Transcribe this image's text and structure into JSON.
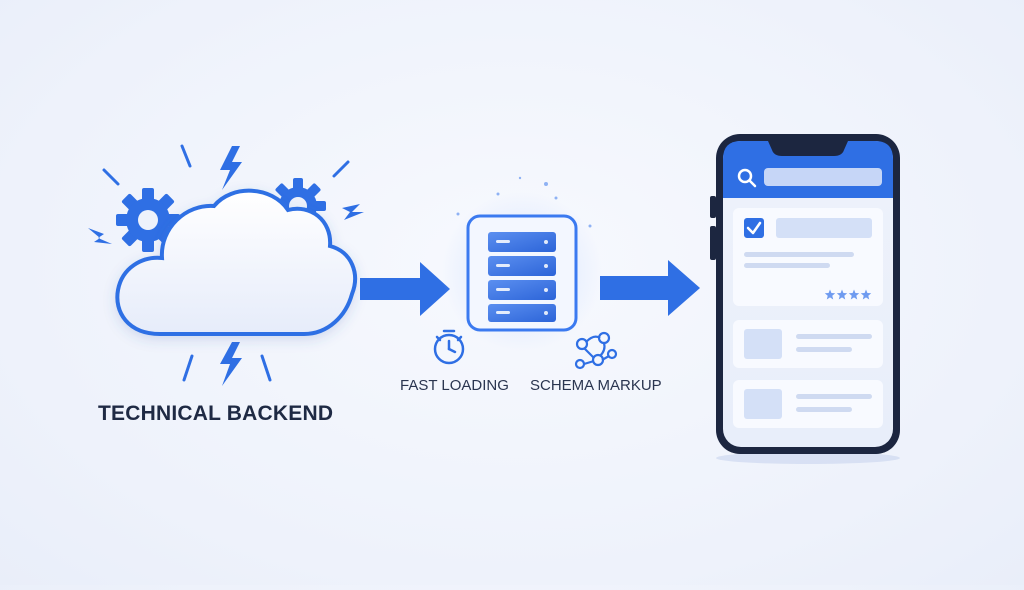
{
  "diagram": {
    "labels": {
      "technical_backend": "TECHNICAL BACKEND",
      "fast_loading": "FAST LOADING",
      "schema_markup": "SCHEMA MARKUP"
    },
    "icons": {
      "cloud": "cloud-icon",
      "gear": "gear-icon",
      "lightning": "lightning-icon",
      "server": "server-stack-icon",
      "stopwatch": "stopwatch-icon",
      "schema": "schema-network-icon",
      "phone": "smartphone-icon",
      "search": "search-icon",
      "checkbox": "checkbox-icon",
      "stars": "star-icon"
    },
    "rating_stars": 4,
    "colors": {
      "primary_blue": "#2f6fe4",
      "light_blue": "#dfe8fb",
      "phone_frame": "#1c2640",
      "text": "#1f2a44",
      "background": "#eef2fb"
    }
  }
}
